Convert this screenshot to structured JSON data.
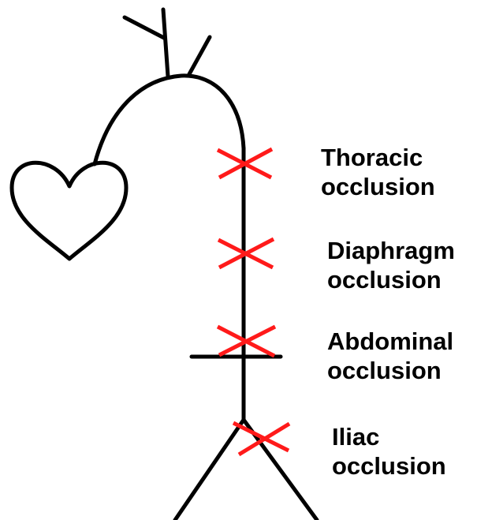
{
  "colors": {
    "vessel": "#000000",
    "marker": "#ff1a1a",
    "background": "#ffffff"
  },
  "icons": {
    "heart": "heart-icon",
    "marker": "x-mark-icon"
  },
  "labels": {
    "thoracic": {
      "line1": "Thoracic",
      "line2": "occlusion"
    },
    "diaphragm": {
      "line1": "Diaphragm",
      "line2": "occlusion"
    },
    "abdominal": {
      "line1": "Abdominal",
      "line2": "occlusion"
    },
    "iliac": {
      "line1": "Iliac",
      "line2": "occlusion"
    }
  }
}
